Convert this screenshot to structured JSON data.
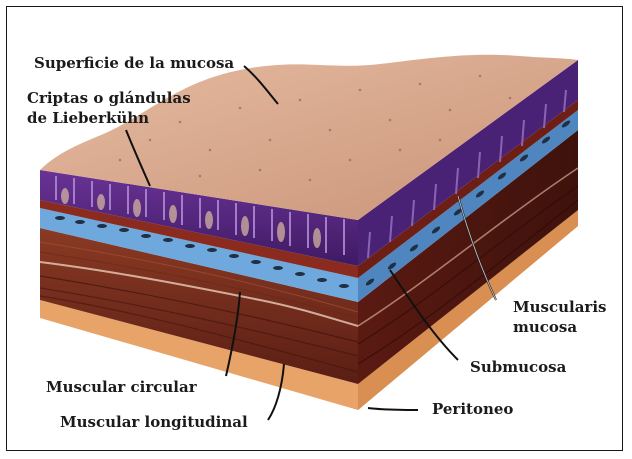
{
  "labels": {
    "superficie": "Superficie de la mucosa",
    "criptas_line1": "Criptas o glándulas",
    "criptas_line2": "de Lieberkühn",
    "muscularis_line1": "Muscularis",
    "muscularis_line2": "mucosa",
    "submucosa": "Submucosa",
    "peritoneo": "Peritoneo",
    "muscular_circular": "Muscular circular",
    "muscular_longitudinal": "Muscular longitudinal"
  },
  "colors": {
    "surface": "#d9a98c",
    "surface_dots": "#9a6b58",
    "glands": "#5b2a86",
    "glands_light": "#a57cc8",
    "muscularis_mucosa": "#8b2a1f",
    "submucosa": "#6fa8dc",
    "submucosa_dark": "#1f2f44",
    "muscle_circular": "#7a2e1c",
    "muscle_longitudinal": "#4e1a12",
    "peritoneum": "#e8a468",
    "leader": "#111111"
  }
}
